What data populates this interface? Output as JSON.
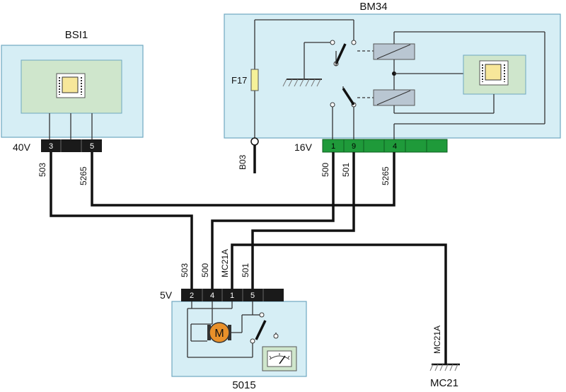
{
  "components": {
    "bsi1": {
      "name": "BSI1",
      "connector_label": "40V",
      "pins": [
        "3",
        "",
        "5"
      ]
    },
    "bm34": {
      "name": "BM34",
      "connector_label": "16V",
      "fuse_label": "F17",
      "pins": [
        "1",
        "9",
        "",
        "4",
        "",
        ""
      ]
    },
    "motor": {
      "name": "5015",
      "connector_label": "5V",
      "pins": [
        "2",
        "4",
        "1",
        "5",
        ""
      ],
      "motor_symbol": "M"
    },
    "ground": {
      "name": "MC21",
      "wire_label": "MC21A"
    },
    "b03": {
      "name": "B03"
    }
  },
  "wires": {
    "w503_top": "503",
    "w5265_left": "5265",
    "w500_top": "500",
    "w501_top": "501",
    "w5265_right": "5265",
    "w503_bottom": "503",
    "w500_bottom": "500",
    "wMC21A_bottom": "MC21A",
    "w501_bottom": "501"
  },
  "colors": {
    "module_fill": "#d6eef5",
    "module_border": "#6fa8c0",
    "inner_panel": "#cfe6cc",
    "connector_dark": "#1a1a1a",
    "connector_green": "#1f9a3a",
    "relay_fill": "#b9c6d2",
    "fuse_fill": "#f5f199",
    "chip_fill": "#f7e79a",
    "motor_fill": "#e8902a",
    "wire": "#111111"
  },
  "icons": [
    "chip-icon",
    "relay-coil-icon",
    "switch-icon",
    "fuse-icon",
    "ground-icon",
    "motor-icon",
    "gauge-icon"
  ]
}
